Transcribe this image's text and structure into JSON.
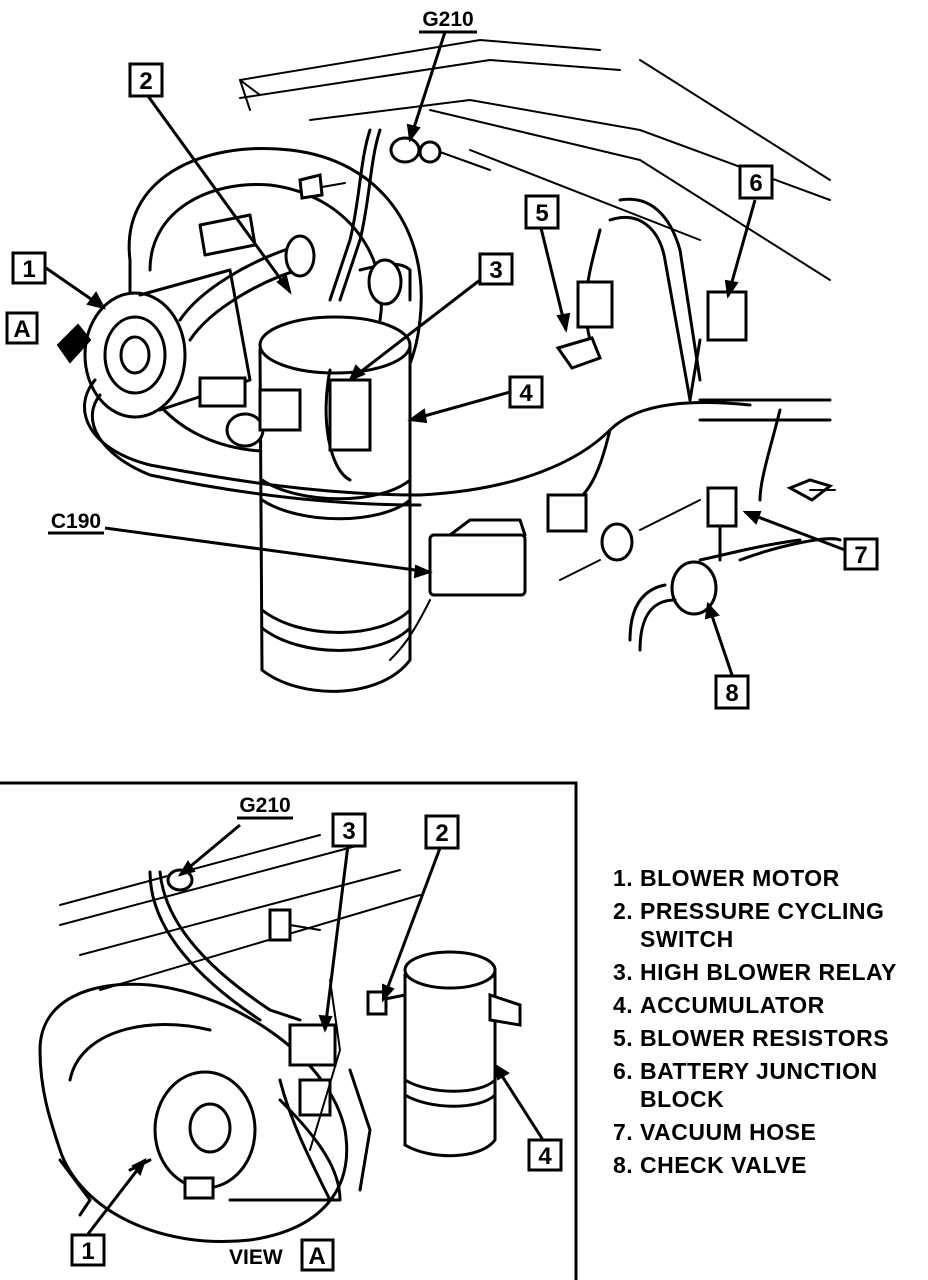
{
  "main_view": {
    "ground_label": "G210",
    "connector_label": "C190",
    "callouts": [
      "1",
      "2",
      "3",
      "4",
      "5",
      "6",
      "7",
      "8"
    ],
    "view_marker": "A"
  },
  "inset_view": {
    "ground_label": "G210",
    "callouts": [
      "1",
      "2",
      "3",
      "4"
    ],
    "caption_prefix": "VIEW",
    "caption_marker": "A"
  },
  "legend": {
    "items": [
      {
        "num": "1.",
        "text": "BLOWER MOTOR"
      },
      {
        "num": "2.",
        "text": "PRESSURE CYCLING SWITCH"
      },
      {
        "num": "3.",
        "text": "HIGH BLOWER RELAY"
      },
      {
        "num": "4.",
        "text": "ACCUMULATOR"
      },
      {
        "num": "5.",
        "text": "BLOWER RESISTORS"
      },
      {
        "num": "6.",
        "text": "BATTERY JUNCTION BLOCK"
      },
      {
        "num": "7.",
        "text": "VACUUM HOSE"
      },
      {
        "num": "8.",
        "text": "CHECK VALVE"
      }
    ]
  }
}
